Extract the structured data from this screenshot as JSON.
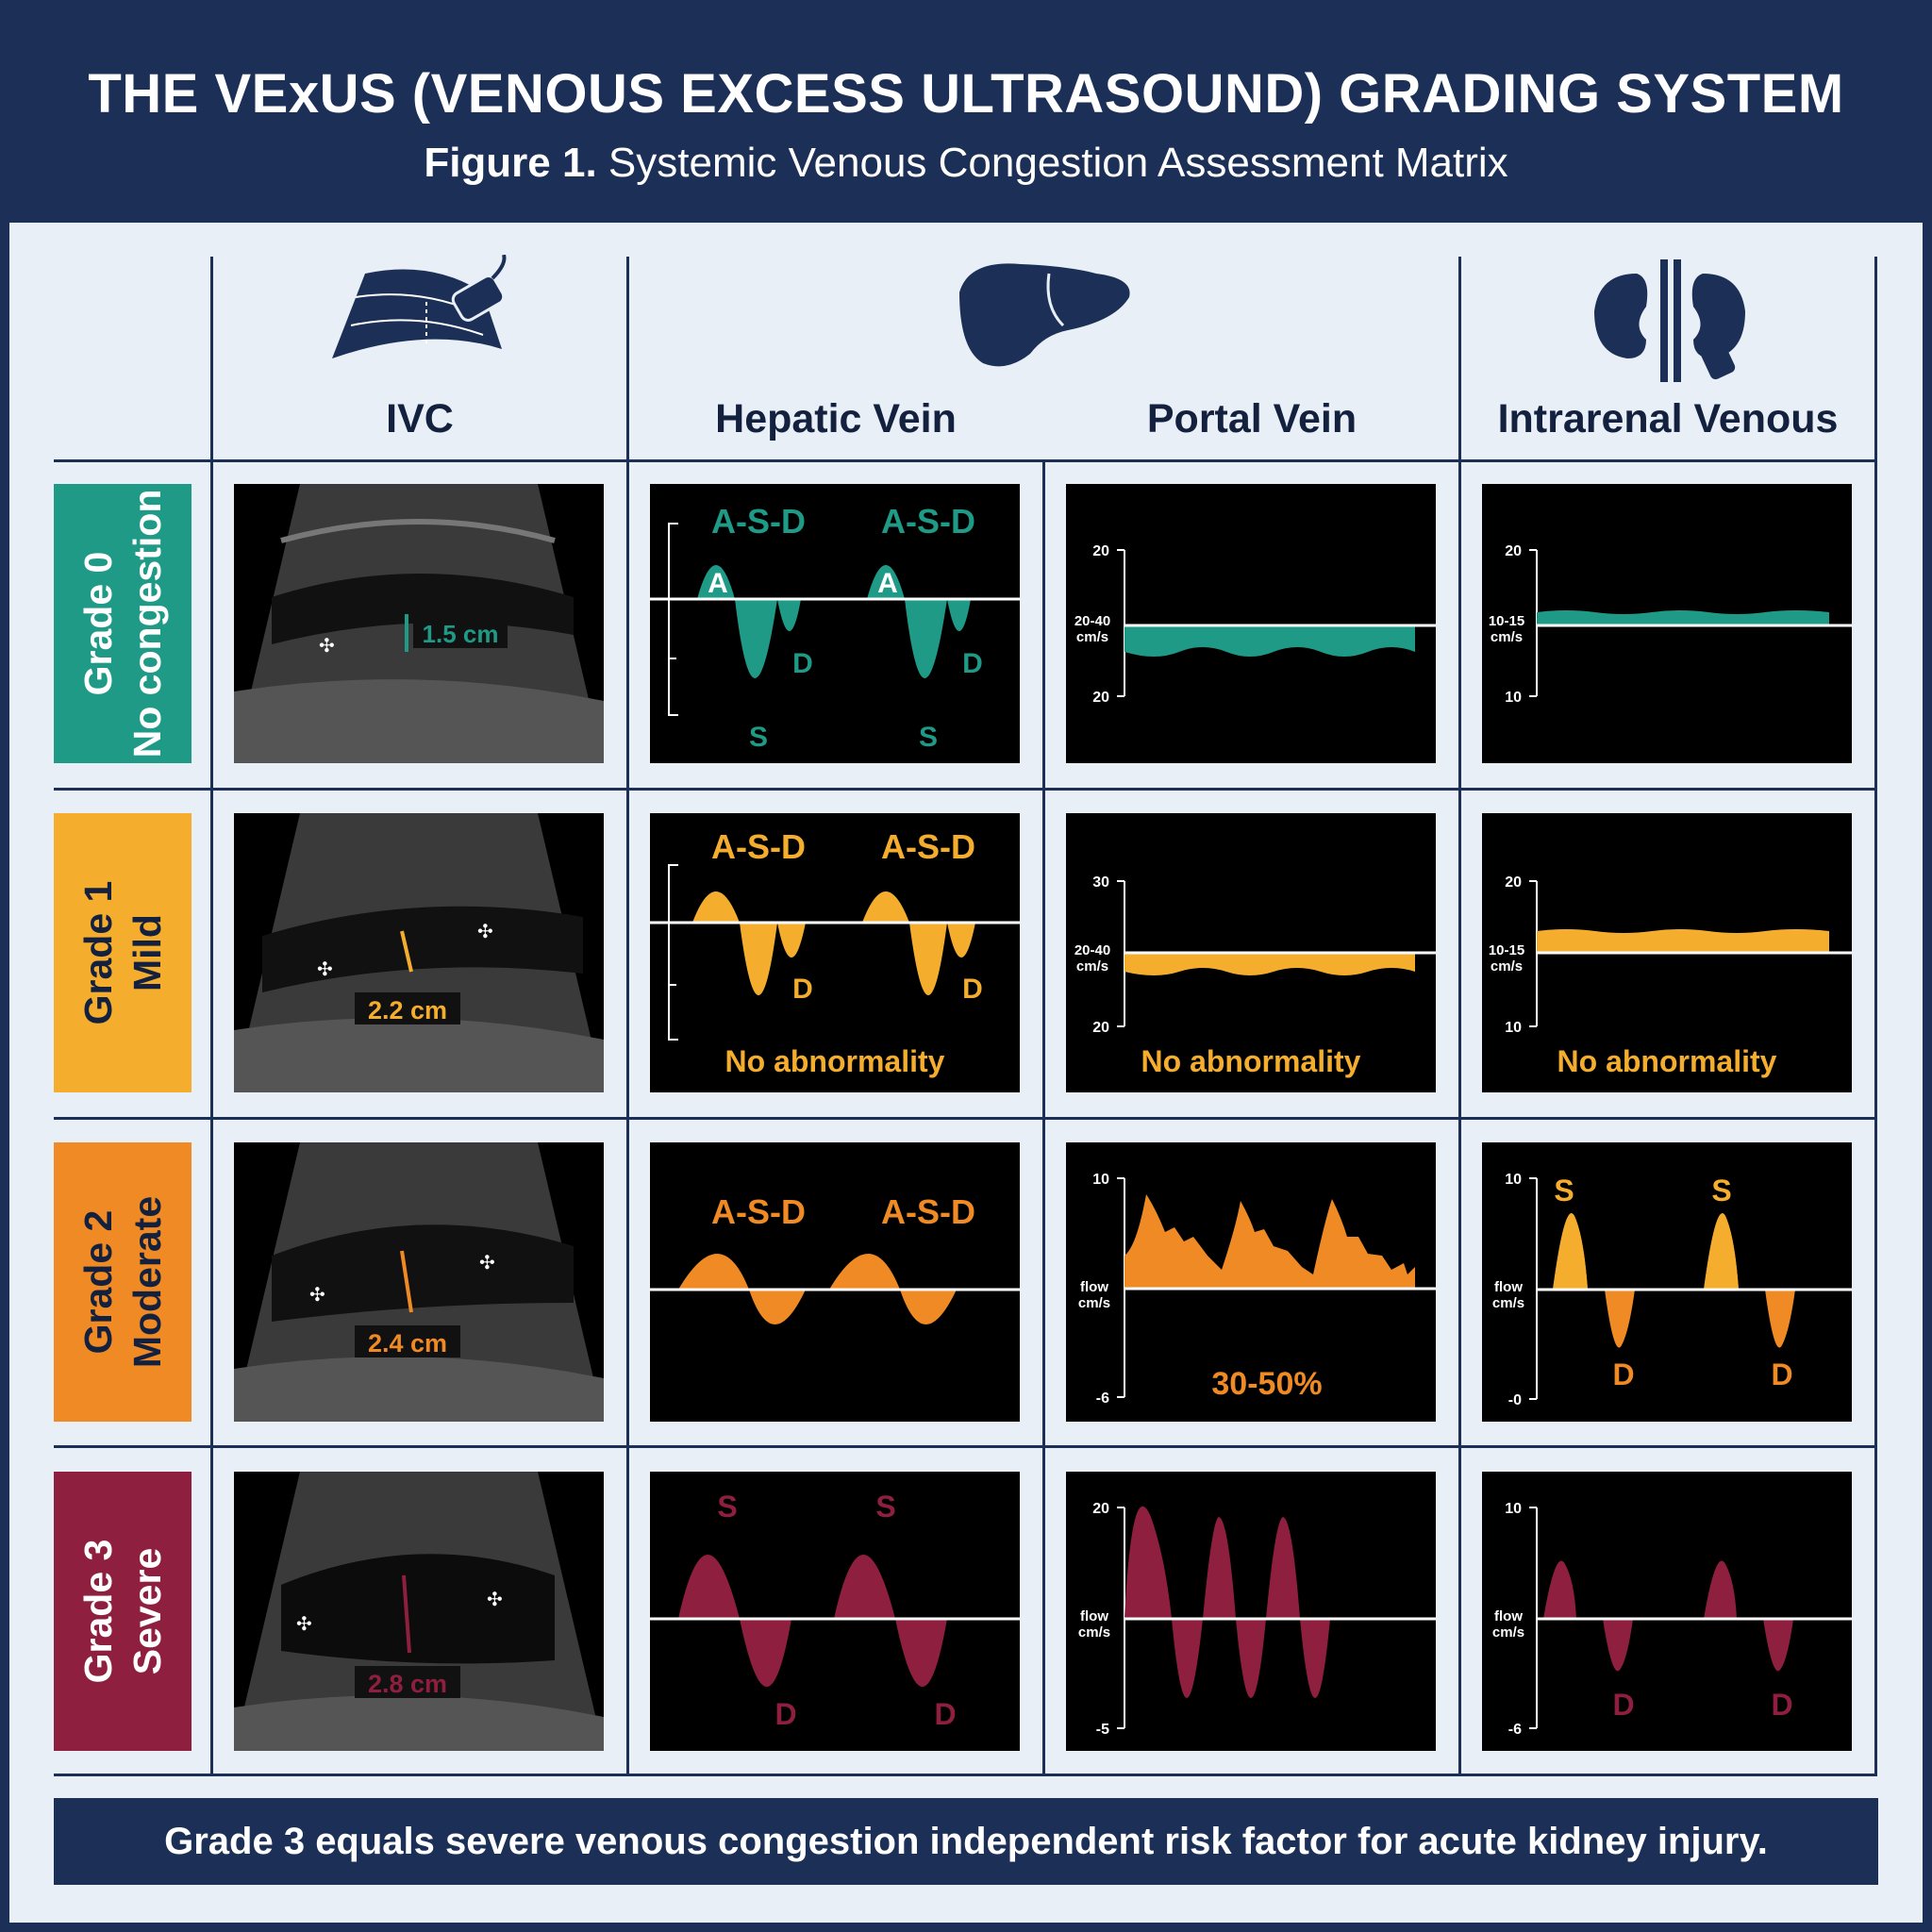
{
  "header": {
    "title": "THE VExUS (VENOUS EXCESS ULTRASOUND) GRADING SYSTEM",
    "figure_label": "Figure 1.",
    "subtitle": "Systemic Venous Congestion Assessment Matrix"
  },
  "columns": [
    {
      "label": "IVC",
      "icon": "ultrasound-probe-icon"
    },
    {
      "label": "Hepatic Vein",
      "icon": "liver-icon"
    },
    {
      "label": "Portal Vein",
      "icon": "liver-icon"
    },
    {
      "label": "Intrarenal Venous",
      "icon": "kidney-icon"
    }
  ],
  "grades": [
    {
      "grade": "Grade 0",
      "desc": "No congestion",
      "color": "#1f9a86"
    },
    {
      "grade": "Grade 1",
      "desc": "Mild",
      "color": "#f5ad2e"
    },
    {
      "grade": "Grade 2",
      "desc": "Moderate",
      "color": "#f08a24"
    },
    {
      "grade": "Grade 3",
      "desc": "Severe",
      "color": "#8e1f3f"
    }
  ],
  "ivc": [
    "1.5 cm",
    "2.2 cm",
    "2.4 cm",
    "2.8 cm"
  ],
  "hepatic": {
    "asd": "A-S-D",
    "a": "A",
    "s": "S",
    "d": "D",
    "note": "No abnormality"
  },
  "portal": {
    "g0": {
      "top": "20",
      "mid": "20-40",
      "unit": "cm/s",
      "bottom": "20"
    },
    "g1": {
      "top": "30",
      "mid": "20-40",
      "unit": "cm/s",
      "bottom": "20",
      "note": "No abnormality"
    },
    "g2": {
      "top": "10",
      "mid": "flow",
      "unit": "cm/s",
      "bottom": "-6",
      "note": "30-50%"
    },
    "g3": {
      "top": "20",
      "mid": "flow",
      "unit": "cm/s",
      "bottom": "-5"
    }
  },
  "renal": {
    "g0": {
      "top": "20",
      "mid": "10-15",
      "unit": "cm/s",
      "bottom": "10"
    },
    "g1": {
      "top": "20",
      "mid": "10-15",
      "unit": "cm/s",
      "bottom": "10",
      "note": "No abnormality"
    },
    "g2": {
      "top": "10",
      "mid": "flow",
      "unit": "cm/s",
      "bottom": "-0",
      "s": "S",
      "d": "D"
    },
    "g3": {
      "top": "10",
      "mid": "flow",
      "unit": "cm/s",
      "bottom": "-6",
      "d": "D"
    }
  },
  "footer": "Grade 3 equals severe venous congestion independent risk factor for acute kidney injury."
}
